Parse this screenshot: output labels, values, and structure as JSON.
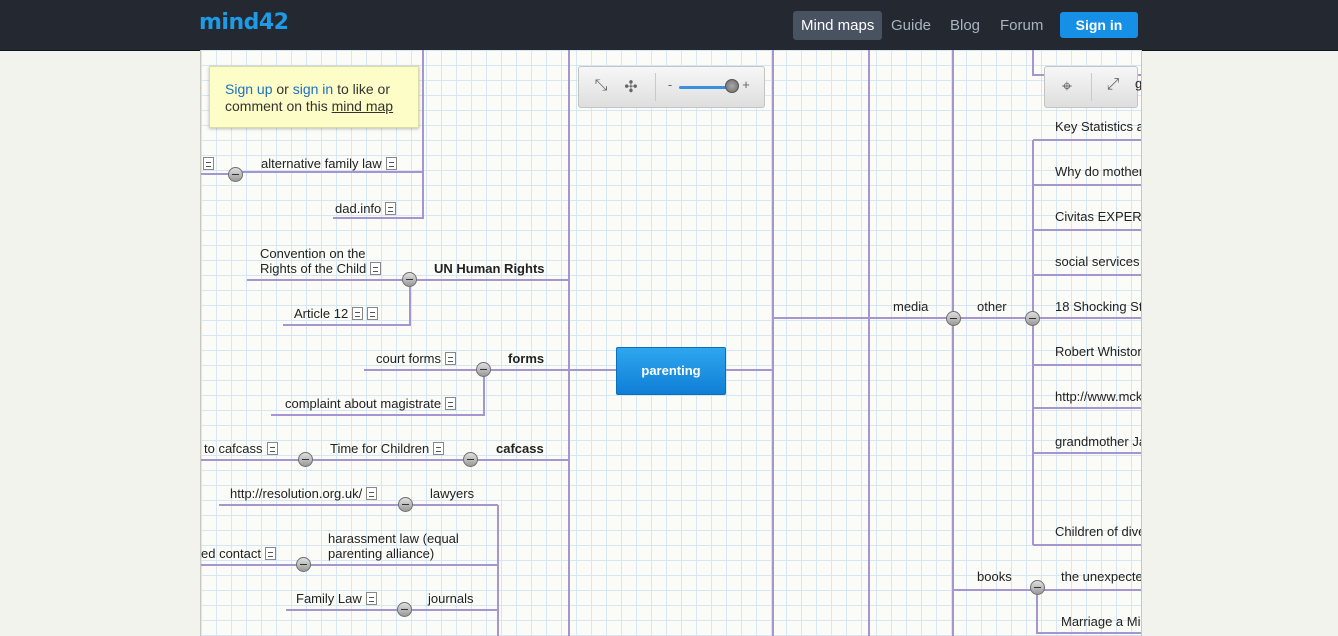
{
  "header": {
    "logo": "mind42",
    "nav": [
      "Mind maps",
      "Guide",
      "Blog",
      "Forum"
    ],
    "signin": "Sign in"
  },
  "notice": {
    "signup": "Sign up",
    "or": "or",
    "signin": "sign in",
    "rest": "to like or comment on this",
    "mindmap": "mind map"
  },
  "zoom": {
    "minus": "-",
    "plus": "+",
    "level": 0.82
  },
  "map": {
    "root": "parenting",
    "left": {
      "alt_family_law": "alternative family law",
      "dad_info": "dad.info",
      "convention": "Convention on the Rights of the Child",
      "un_human_rights": "UN Human Rights",
      "article12": "Article 12",
      "court_forms": "court forms",
      "forms": "forms",
      "complaint": "complaint about magistrate",
      "to_cafcass": "to cafcass",
      "time_for_children": "Time for Children",
      "cafcass": "cafcass",
      "resolution": "http://resolution.org.uk/",
      "lawyers": "lawyers",
      "ed_contact": "ed contact",
      "harassment": "harassment law (equal parenting alliance)",
      "family_law": "Family Law",
      "journals": "journals"
    },
    "right": {
      "media": "media",
      "other": "other",
      "books": "books",
      "items": [
        "Key Statistics a",
        "Why do mother",
        "Civitas EXPER",
        "social services",
        "18 Shocking St",
        "Robert Whiston",
        "http://www.mck",
        "grandmother Ja",
        "Children of dive"
      ],
      "book1": "the unexpecte",
      "book2": "Marriage a Mi",
      "top_cut": "g"
    }
  }
}
